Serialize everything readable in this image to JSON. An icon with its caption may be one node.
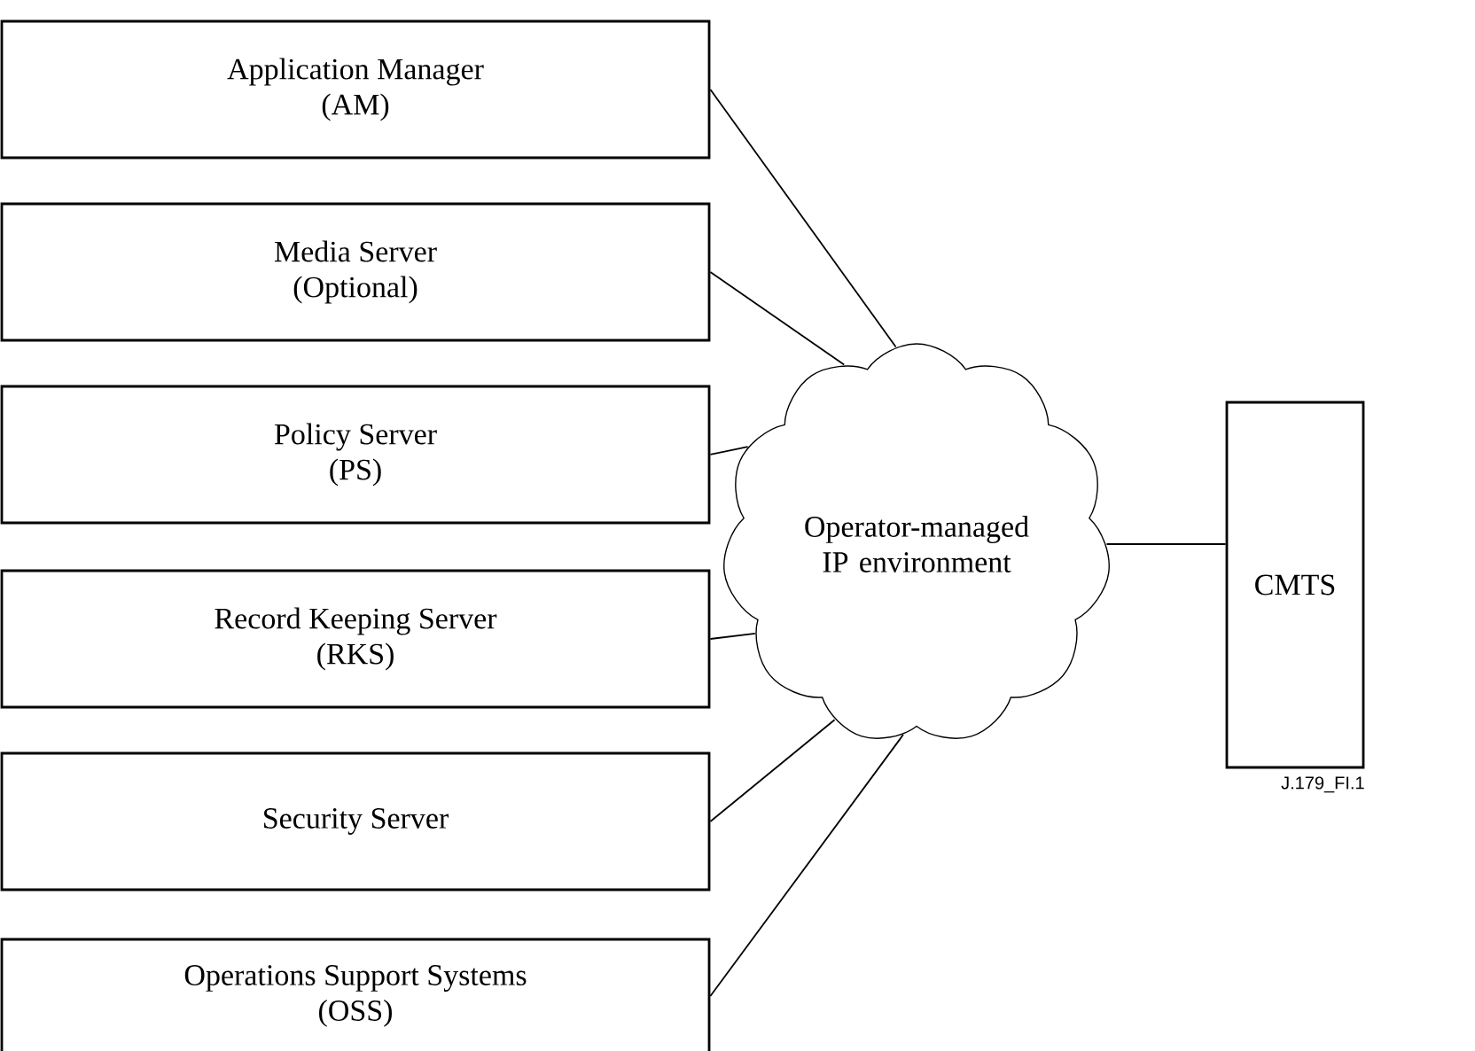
{
  "diagram": {
    "nodes": [
      {
        "text": [
          "Application Manager",
          "(AM)"
        ]
      },
      {
        "text": [
          "Media Server",
          "(Optional)"
        ]
      },
      {
        "text": [
          "Policy Server",
          "(PS)"
        ]
      },
      {
        "text": [
          "Record Keeping Server",
          "(RKS)"
        ]
      },
      {
        "text": [
          "Security Server"
        ]
      },
      {
        "text": [
          "Operations Support Systems",
          "(OSS)"
        ]
      },
      {
        "text": [
          "Operator-managed IP environment"
        ]
      },
      {
        "text": [
          "CMTS"
        ]
      }
    ],
    "edges": [
      {
        "from": 0,
        "to": 6,
        "arrow": "none"
      },
      {
        "from": 1,
        "to": 6,
        "arrow": "none"
      },
      {
        "from": 2,
        "to": 6,
        "arrow": "none"
      },
      {
        "from": 3,
        "to": 6,
        "arrow": "none"
      },
      {
        "from": 4,
        "to": 6,
        "arrow": "none"
      },
      {
        "from": 5,
        "to": 6,
        "arrow": "none"
      },
      {
        "from": 6,
        "to": 7,
        "arrow": "none"
      }
    ],
    "labels": [
      "J.179_FI.1"
    ]
  }
}
